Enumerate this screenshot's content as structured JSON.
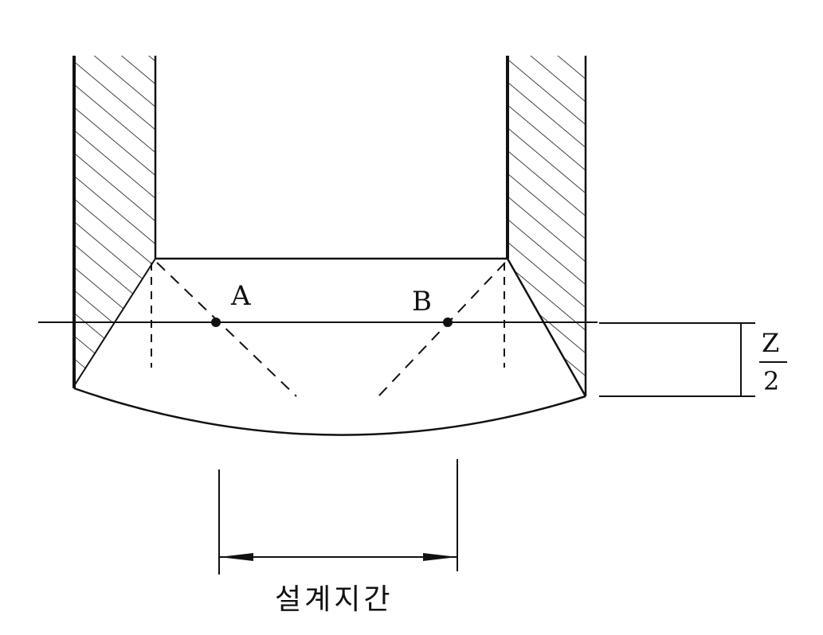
{
  "labels": {
    "point_a": "A",
    "point_b": "B",
    "z_numerator": "Z",
    "z_denominator": "2",
    "design_span": "설계지간"
  },
  "colors": {
    "ink": "#111111",
    "background": "#ffffff"
  }
}
